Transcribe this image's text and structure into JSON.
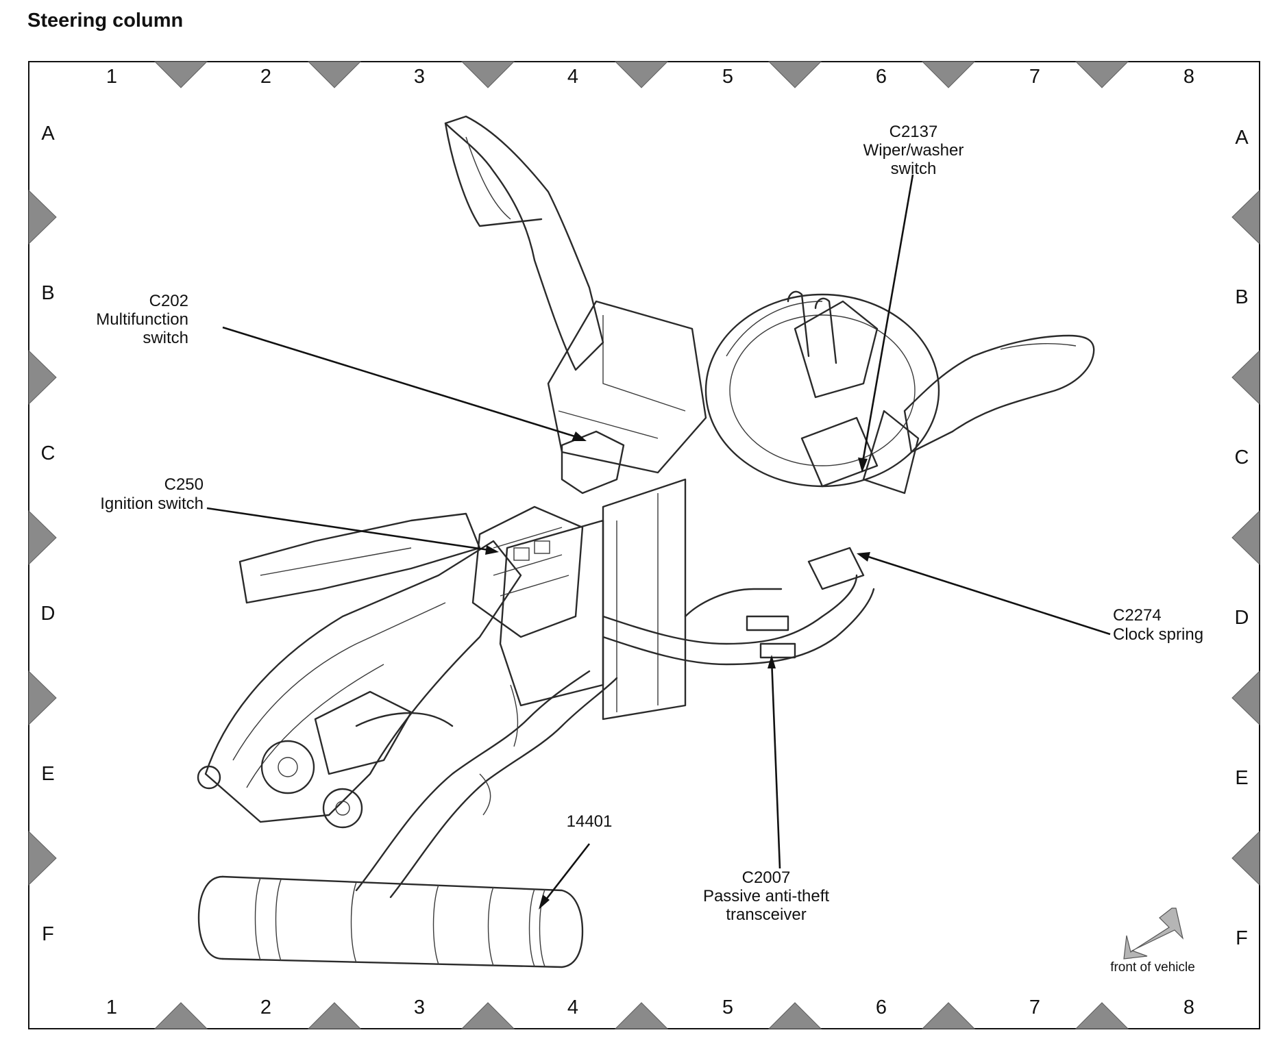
{
  "title": "Steering column",
  "grid": {
    "columns": [
      "1",
      "2",
      "3",
      "4",
      "5",
      "6",
      "7",
      "8"
    ],
    "rows": [
      "A",
      "B",
      "C",
      "D",
      "E",
      "F"
    ]
  },
  "callouts": {
    "c2137": {
      "code": "C2137",
      "line1": "Wiper/washer",
      "line2": "switch"
    },
    "c202": {
      "code": "C202",
      "line1": "Multifunction",
      "line2": "switch"
    },
    "c250": {
      "code": "C250",
      "line1": "Ignition switch"
    },
    "c2274": {
      "code": "C2274",
      "line1": "Clock spring"
    },
    "c2007": {
      "code": "C2007",
      "line1": "Passive anti-theft",
      "line2": "transceiver"
    },
    "harness": {
      "code": "14401"
    }
  },
  "orientation": {
    "label": "front of vehicle"
  },
  "colors": {
    "ink": "#111111",
    "border_marker": "#8a8a8a"
  }
}
